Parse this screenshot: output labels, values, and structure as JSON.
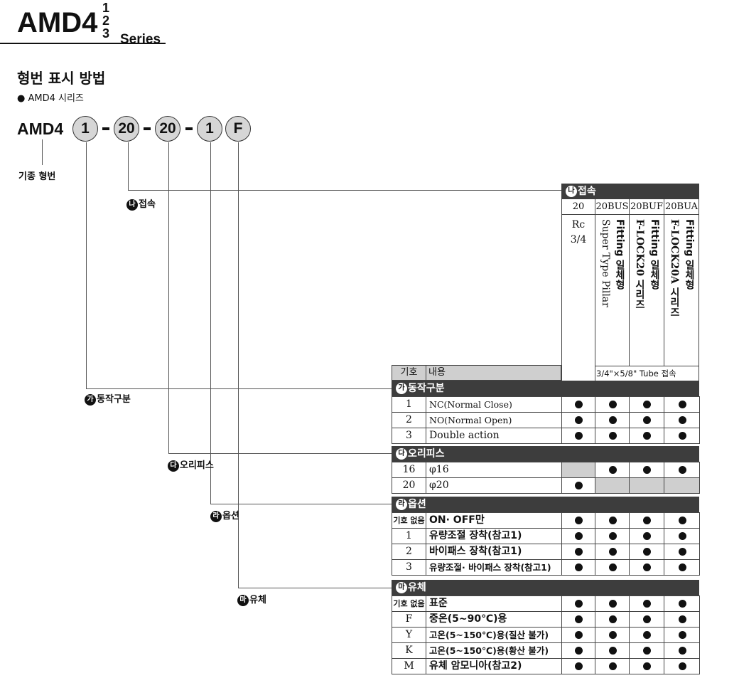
{
  "title": {
    "main": "AMD4",
    "sup1": "1",
    "sup2": "2",
    "sup3": "3",
    "series": "Series"
  },
  "section": {
    "heading": "형번 표시 방법",
    "sub": "● AMD4 시리즈"
  },
  "model": {
    "prefix": "AMD4",
    "parts": [
      "1",
      "20",
      "20",
      "1",
      "F"
    ],
    "base_label": "기종 형번"
  },
  "labels": {
    "connection": {
      "badge": "나",
      "text": "접속"
    },
    "operation": {
      "badge": "가",
      "text": "동작구분"
    },
    "orifice": {
      "badge": "다",
      "text": "오리피스"
    },
    "option": {
      "badge": "라",
      "text": "옵션"
    },
    "fluid": {
      "badge": "마",
      "text": "유체"
    }
  },
  "connection_table": {
    "header": {
      "badge": "나",
      "text": "접속"
    },
    "codes": [
      "20",
      "20BUS",
      "20BUF",
      "20BUA"
    ],
    "col1": "Rc 3/4",
    "col2_a": "Fitting 일체형",
    "col2_b": "Super Type Pillar",
    "col3_a": "Fitting 일체형",
    "col3_b": "F-LOCK20 시리즈",
    "col4_a": "Fitting 일체형",
    "col4_b": "F-LOCK20A 시리즈",
    "tube_note": "3/4\"×5/8\" Tube 접속",
    "code_label": "기호",
    "content_label": "내용"
  },
  "operation_table": {
    "header": {
      "badge": "가",
      "text": "동작구분"
    },
    "rows": [
      {
        "code": "1",
        "desc": "NC(Normal Close)",
        "avail": [
          true,
          true,
          true,
          true
        ]
      },
      {
        "code": "2",
        "desc": "NO(Normal Open)",
        "avail": [
          true,
          true,
          true,
          true
        ]
      },
      {
        "code": "3",
        "desc": "Double action",
        "avail": [
          true,
          true,
          true,
          true
        ]
      }
    ]
  },
  "orifice_table": {
    "header": {
      "badge": "다",
      "text": "오리피스"
    },
    "rows": [
      {
        "code": "16",
        "desc": "φ16",
        "avail": [
          false,
          true,
          true,
          true
        ]
      },
      {
        "code": "20",
        "desc": "φ20",
        "avail": [
          true,
          false,
          false,
          false
        ]
      }
    ]
  },
  "option_table": {
    "header": {
      "badge": "라",
      "text": "옵션"
    },
    "rows": [
      {
        "code": "기호 없음",
        "desc": "ON· OFF만",
        "avail": [
          true,
          true,
          true,
          true
        ]
      },
      {
        "code": "1",
        "desc": "유량조절 장착(참고1)",
        "avail": [
          true,
          true,
          true,
          true
        ]
      },
      {
        "code": "2",
        "desc": "바이패스 장착(참고1)",
        "avail": [
          true,
          true,
          true,
          true
        ]
      },
      {
        "code": "3",
        "desc": "유량조절· 바이패스 장착(참고1)",
        "avail": [
          true,
          true,
          true,
          true
        ]
      }
    ]
  },
  "fluid_table": {
    "header": {
      "badge": "마",
      "text": "유체"
    },
    "rows": [
      {
        "code": "기호 없음",
        "desc": "표준",
        "avail": [
          true,
          true,
          true,
          true
        ]
      },
      {
        "code": "F",
        "desc": "중온(5~90℃)용",
        "avail": [
          true,
          true,
          true,
          true
        ]
      },
      {
        "code": "Y",
        "desc": "고온(5~150℃)용(질산 불가)",
        "avail": [
          true,
          true,
          true,
          true
        ]
      },
      {
        "code": "K",
        "desc": "고온(5~150℃)용(황산 불가)",
        "avail": [
          true,
          true,
          true,
          true
        ]
      },
      {
        "code": "M",
        "desc": "유체 암모니아(참고2)",
        "avail": [
          true,
          true,
          true,
          true
        ]
      }
    ]
  }
}
